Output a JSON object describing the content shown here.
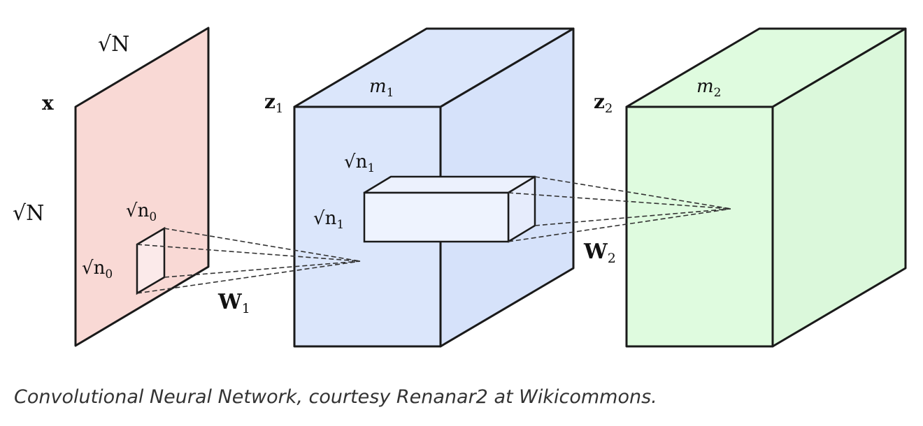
{
  "diagram": {
    "input": {
      "name": "x",
      "side_top": "√N",
      "side_left": "√N",
      "kernel_top": "√n",
      "kernel_top_sub": "0",
      "kernel_left": "√n",
      "kernel_left_sub": "0"
    },
    "layer1": {
      "name": "z",
      "name_sub": "1",
      "depth": "m",
      "depth_sub": "1",
      "kernel_top": "√n",
      "kernel_top_sub": "1",
      "kernel_left": "√n",
      "kernel_left_sub": "1"
    },
    "layer2": {
      "name": "z",
      "name_sub": "2",
      "depth": "m",
      "depth_sub": "2"
    },
    "weights": [
      {
        "name": "W",
        "sub": "1"
      },
      {
        "name": "W",
        "sub": "2"
      }
    ],
    "colors": {
      "input_fill": "#f9d9d5",
      "layer1_fill": "#dbe6fb",
      "layer2_fill": "#dffbdf",
      "edge": "#1a1a1a"
    }
  },
  "caption": "Convolutional Neural Network, courtesy Renanar2 at Wikicommons."
}
